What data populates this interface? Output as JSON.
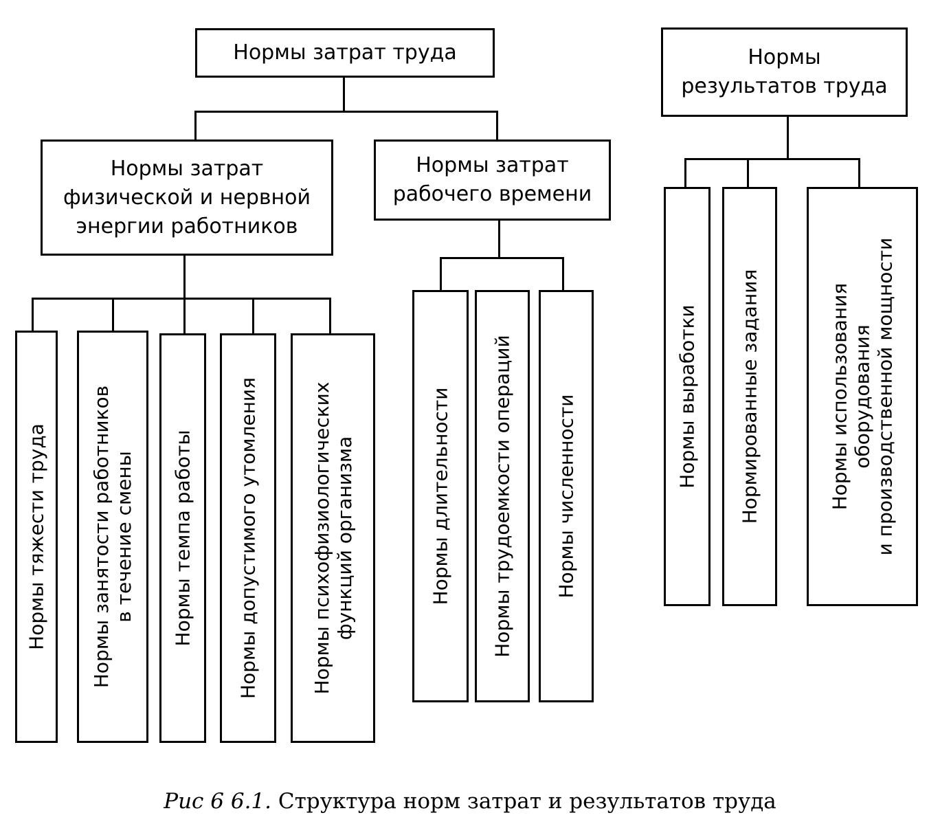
{
  "nodes": {
    "labor_cost_norms": "Нормы затрат труда",
    "labor_result_norms": "Нормы\nрезультатов труда",
    "energy_norms": "Нормы затрат\nфизической и нервной\nэнергии работников",
    "work_time_norms": "Нормы затрат\nрабочего времени",
    "severity": "Нормы тяжести труда",
    "employment": "Нормы занятости работников\nв течение смены",
    "pace": "Нормы темпа работы",
    "fatigue": "Нормы допустимого утомления",
    "psycho": "Нормы психофизиологических\nфункций организма",
    "duration": "Нормы длительности",
    "labor_intensity": "Нормы трудоемкости операций",
    "headcount": "Нормы численности",
    "output": "Нормы выработки",
    "tasks": "Нормированные задания",
    "equipment": "Нормы использования\nоборудования\nи производственной мощности"
  },
  "caption": {
    "number": "Рис  6 6.1.",
    "text": "Структура норм затрат и результатов труда"
  }
}
